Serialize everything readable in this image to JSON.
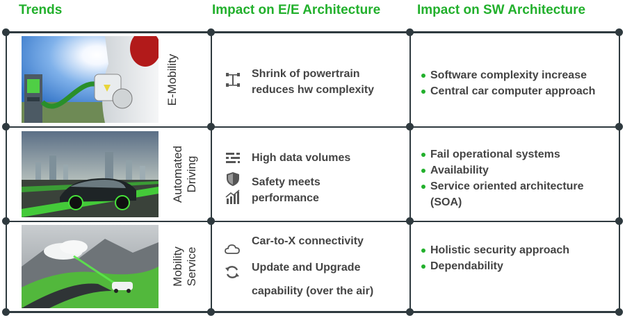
{
  "headers": {
    "trends": "Trends",
    "ee": "Impact on E/E Architecture",
    "sw": "Impact on SW Architecture"
  },
  "rows": [
    {
      "label_lines": [
        "E-Mobility"
      ],
      "ee": [
        {
          "icon": "powertrain-icon",
          "lines": [
            "Shrink of powertrain",
            "reduces hw complexity"
          ]
        }
      ],
      "sw": [
        "Software complexity increase",
        "Central car computer approach"
      ]
    },
    {
      "label_lines": [
        "Automated",
        "Driving"
      ],
      "ee": [
        {
          "icon": "data-volume-icon",
          "lines": [
            "High data volumes"
          ]
        },
        {
          "icon": "shield-icon",
          "lines": [
            "Safety meets",
            "performance"
          ]
        }
      ],
      "sw": [
        "Fail operational systems",
        "Availability",
        "Service oriented architecture",
        "(SOA)"
      ]
    },
    {
      "label_lines": [
        "Mobility",
        "Service"
      ],
      "ee": [
        {
          "icon": "cloud-icon",
          "lines": [
            "Car-to-X connectivity"
          ]
        },
        {
          "icon": "sync-icon",
          "lines": [
            "Update and Upgrade",
            "capability (over the air)"
          ]
        }
      ],
      "sw": [
        "Holistic security approach",
        "Dependability"
      ]
    }
  ],
  "colors": {
    "accent_green": "#22b02c",
    "grid_lines": "#2f3a3f",
    "text": "#444444"
  }
}
